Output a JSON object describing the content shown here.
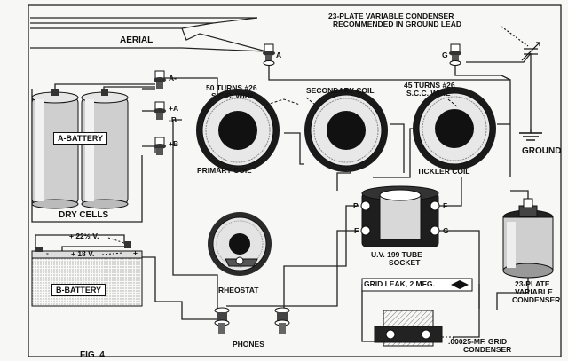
{
  "figure": {
    "label": "FIG. 4",
    "aerial": "AERIAL",
    "ground": "GROUND",
    "ground_note_l1": "23-PLATE VARIABLE CONDENSER",
    "ground_note_l2": "RECOMMENDED IN GROUND LEAD",
    "terminals": {
      "a": "A",
      "g": "G",
      "a_minus": "A-",
      "a_plus": "+A",
      "b_minus": "-B",
      "b_plus": "+B"
    },
    "coils": {
      "primary": "PRIMARY COIL",
      "secondary": "SECONDARY COIL",
      "tickler": "TICKLER COIL",
      "primary_note_l1": "50 TURNS #26",
      "primary_note_l2": "S.C.C. WIRE",
      "tickler_note_l1": "45 TURNS #26",
      "tickler_note_l2": "S.C.C. WIRE"
    },
    "batteries": {
      "a_battery": "A-BATTERY",
      "dry_cells": "DRY CELLS",
      "b_battery": "B-BATTERY",
      "tap_22": "+ 22½ V.",
      "tap_18": "+ 18 V.",
      "minus": "-",
      "plus": "+"
    },
    "rheostat": "RHEOSTAT",
    "phones": "PHONES",
    "socket": {
      "l1": "U.V. 199 TUBE",
      "l2": "SOCKET",
      "p": "P",
      "f_left": "F",
      "f_right": "F",
      "g": "G"
    },
    "grid_leak": "GRID LEAK, 2 MFG.",
    "grid_condenser_l1": ".00025-MF. GRID",
    "grid_condenser_l2": "CONDENSER",
    "var_condenser_l1": "23-PLATE",
    "var_condenser_l2": "VARIABLE",
    "var_condenser_l3": "CONDENSER"
  }
}
